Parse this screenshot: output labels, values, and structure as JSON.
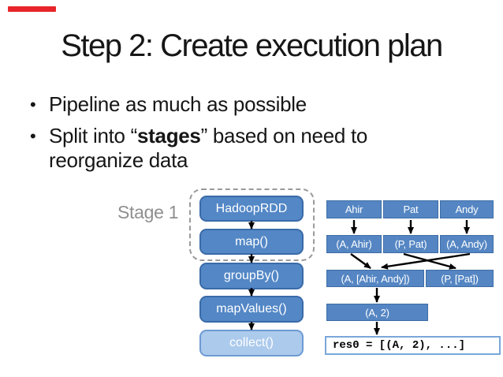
{
  "slide": {
    "title": "Step 2: Create execution plan",
    "bullet_char": "•",
    "bullet1": "Pipeline as much as possible",
    "bullet2_pre": "Split into “",
    "bullet2_bold": "stages",
    "bullet2_post": "” based on need to reorganize data"
  },
  "diagram": {
    "stage_label": "Stage 1",
    "pipeline_boxes": [
      "HadoopRDD",
      "map()",
      "groupBy()",
      "mapValues()",
      "collect()"
    ],
    "table": {
      "row1": [
        "Ahir",
        "Pat",
        "Andy"
      ],
      "row2": [
        "(A, Ahir)",
        "(P, Pat)",
        "(A, Andy)"
      ],
      "row3": [
        "(A, [Ahir, Andy])",
        "(P, [Pat])"
      ],
      "row4": [
        "(A, 2)"
      ],
      "result": "res0 = [(A, 2), ...]"
    }
  },
  "colors": {
    "box_fill": "#5387c6",
    "box_border": "#3a6ba8",
    "box_light_fill": "#accaec",
    "box_light_border": "#6d9bd3",
    "cell_fill": "#5586c3",
    "cell_border": "#3e6da6",
    "result_border": "#79a7d9",
    "stage_label_gray": "#8f8f8f",
    "dashed_outline_gray": "#9a9a9a",
    "progress_red": "#e8252a",
    "arrow_black": "#000000"
  }
}
